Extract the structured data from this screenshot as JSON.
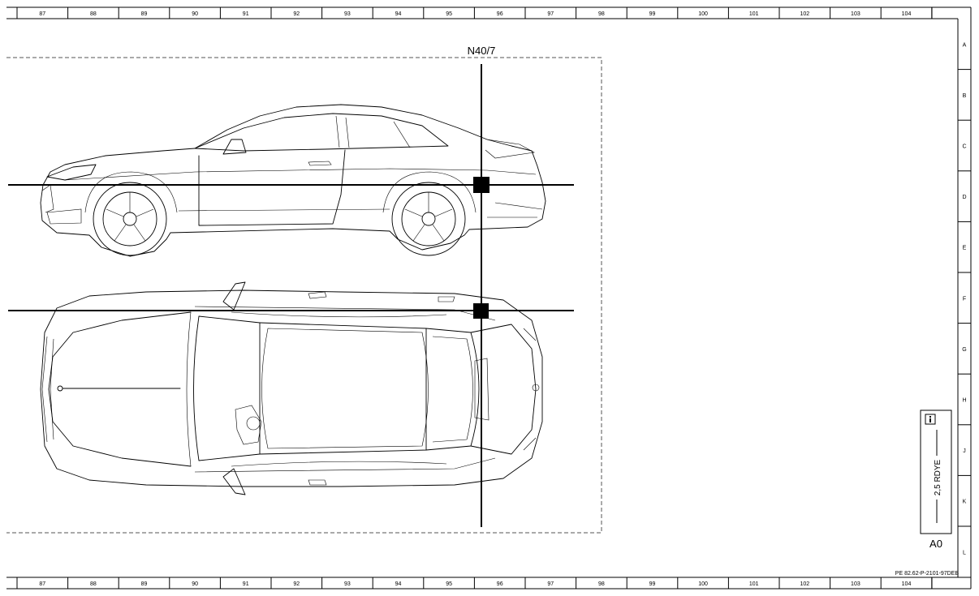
{
  "frame": {
    "columns": [
      "87",
      "88",
      "89",
      "90",
      "91",
      "92",
      "93",
      "94",
      "95",
      "96",
      "97",
      "98",
      "99",
      "100",
      "101",
      "102",
      "103",
      "104"
    ],
    "rows": [
      "A",
      "B",
      "C",
      "D",
      "E",
      "F",
      "G",
      "H",
      "J",
      "K",
      "L"
    ]
  },
  "component": {
    "label": "N40/7"
  },
  "wire_box": {
    "icon": "info-icon",
    "text": "2,5 RDYE",
    "connector": "A0"
  },
  "document_ref": "PE 82.62-P-2101-97DEB",
  "colors": {
    "line": "#000000",
    "boundary": "#555555",
    "background": "#ffffff"
  }
}
